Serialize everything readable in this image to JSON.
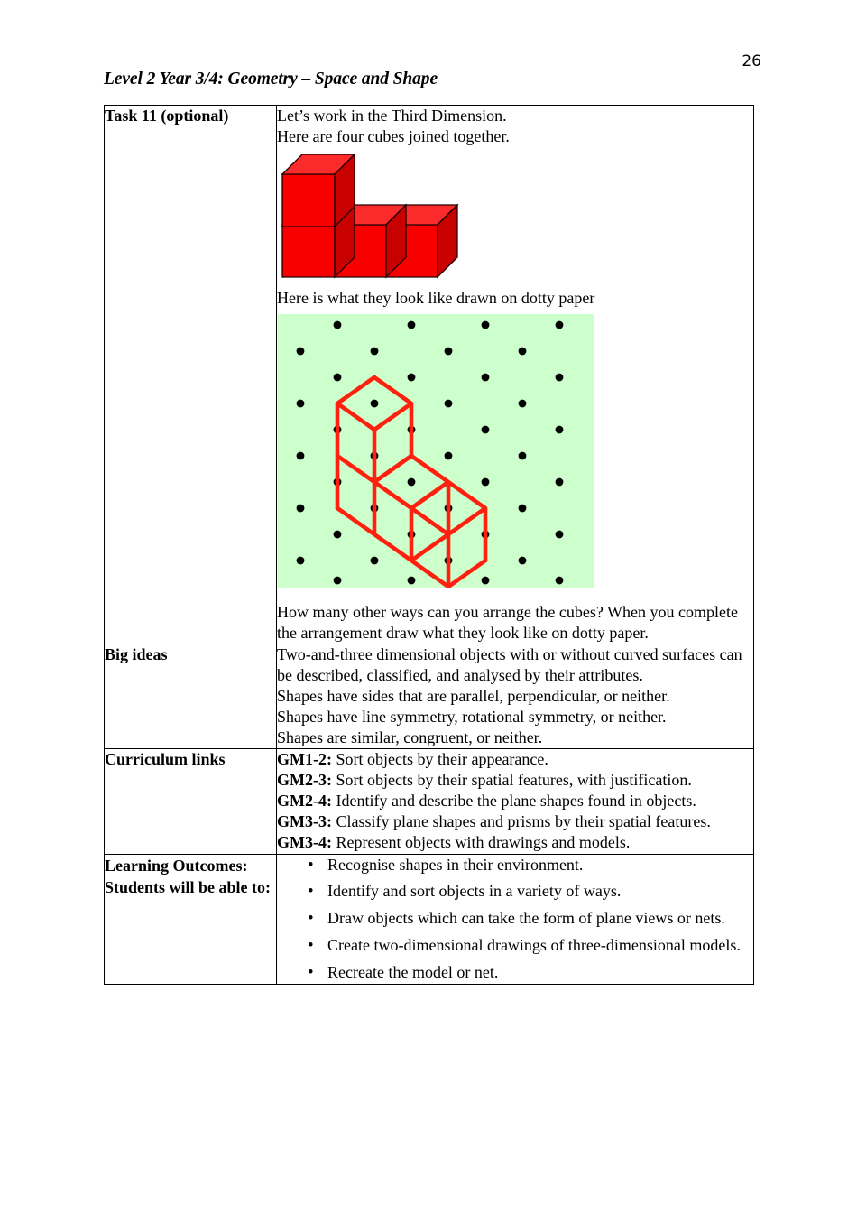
{
  "page": {
    "number": "26",
    "header": "Level 2 Year 3/4: Geometry – Space and Shape"
  },
  "table": {
    "rows": [
      {
        "label": "Task 11 (optional)",
        "intro_lines": [
          "Let’s work in the Third Dimension.",
          "Here are four cubes joined together."
        ],
        "dotty_caption": "Here is what they look like drawn on dotty paper",
        "closing": "How many other ways can you arrange the cubes? When you complete the arrangement draw what they look like on dotty paper."
      },
      {
        "label": "Big ideas",
        "lines": [
          "Two-and-three dimensional objects with or without curved surfaces can be described, classified, and analysed by their attributes.",
          "Shapes have sides that are parallel, perpendicular, or neither.",
          "Shapes have line symmetry, rotational symmetry, or neither.",
          "Shapes are similar, congruent, or neither."
        ]
      },
      {
        "label": "Curriculum links",
        "items": [
          {
            "code": "GM1-2:",
            "text": " Sort objects by their appearance."
          },
          {
            "code": "GM2-3:",
            "text": " Sort objects by their spatial features, with justification."
          },
          {
            "code": "GM2-4:",
            "text": " Identify and describe the plane shapes found in objects."
          },
          {
            "code": "GM3-3:",
            "text": " Classify plane shapes and prisms by their spatial features."
          },
          {
            "code": "GM3-4:",
            "text": " Represent objects with drawings and models."
          }
        ]
      },
      {
        "label": "Learning Outcomes: Students will be able to:",
        "bullets": [
          "Recognise shapes in their environment.",
          "Identify and sort objects in a variety of ways.",
          "Draw objects which can take the form of plane views or nets.",
          "Create two-dimensional drawings of three-dimensional models.",
          "Recreate the model or net."
        ]
      }
    ]
  },
  "figures": {
    "cube_stack": {
      "name": "four-red-cubes-joined",
      "cube_count": 4,
      "arrangement": "one cube on top of the left cube of a row of three",
      "colors": {
        "front": "#F80000",
        "top": "#FB2A2A",
        "side": "#C80000",
        "outline": "#1A0000"
      }
    },
    "dotty_paper": {
      "name": "isometric-dotty-paper-drawing",
      "background": "#CCFFCC",
      "dot_color": "#000000",
      "line_color": "#FF2010",
      "grid_type": "isometric triangular dot lattice",
      "grid_columns": 5,
      "grid_rows": 11,
      "cube_count": 4
    }
  }
}
